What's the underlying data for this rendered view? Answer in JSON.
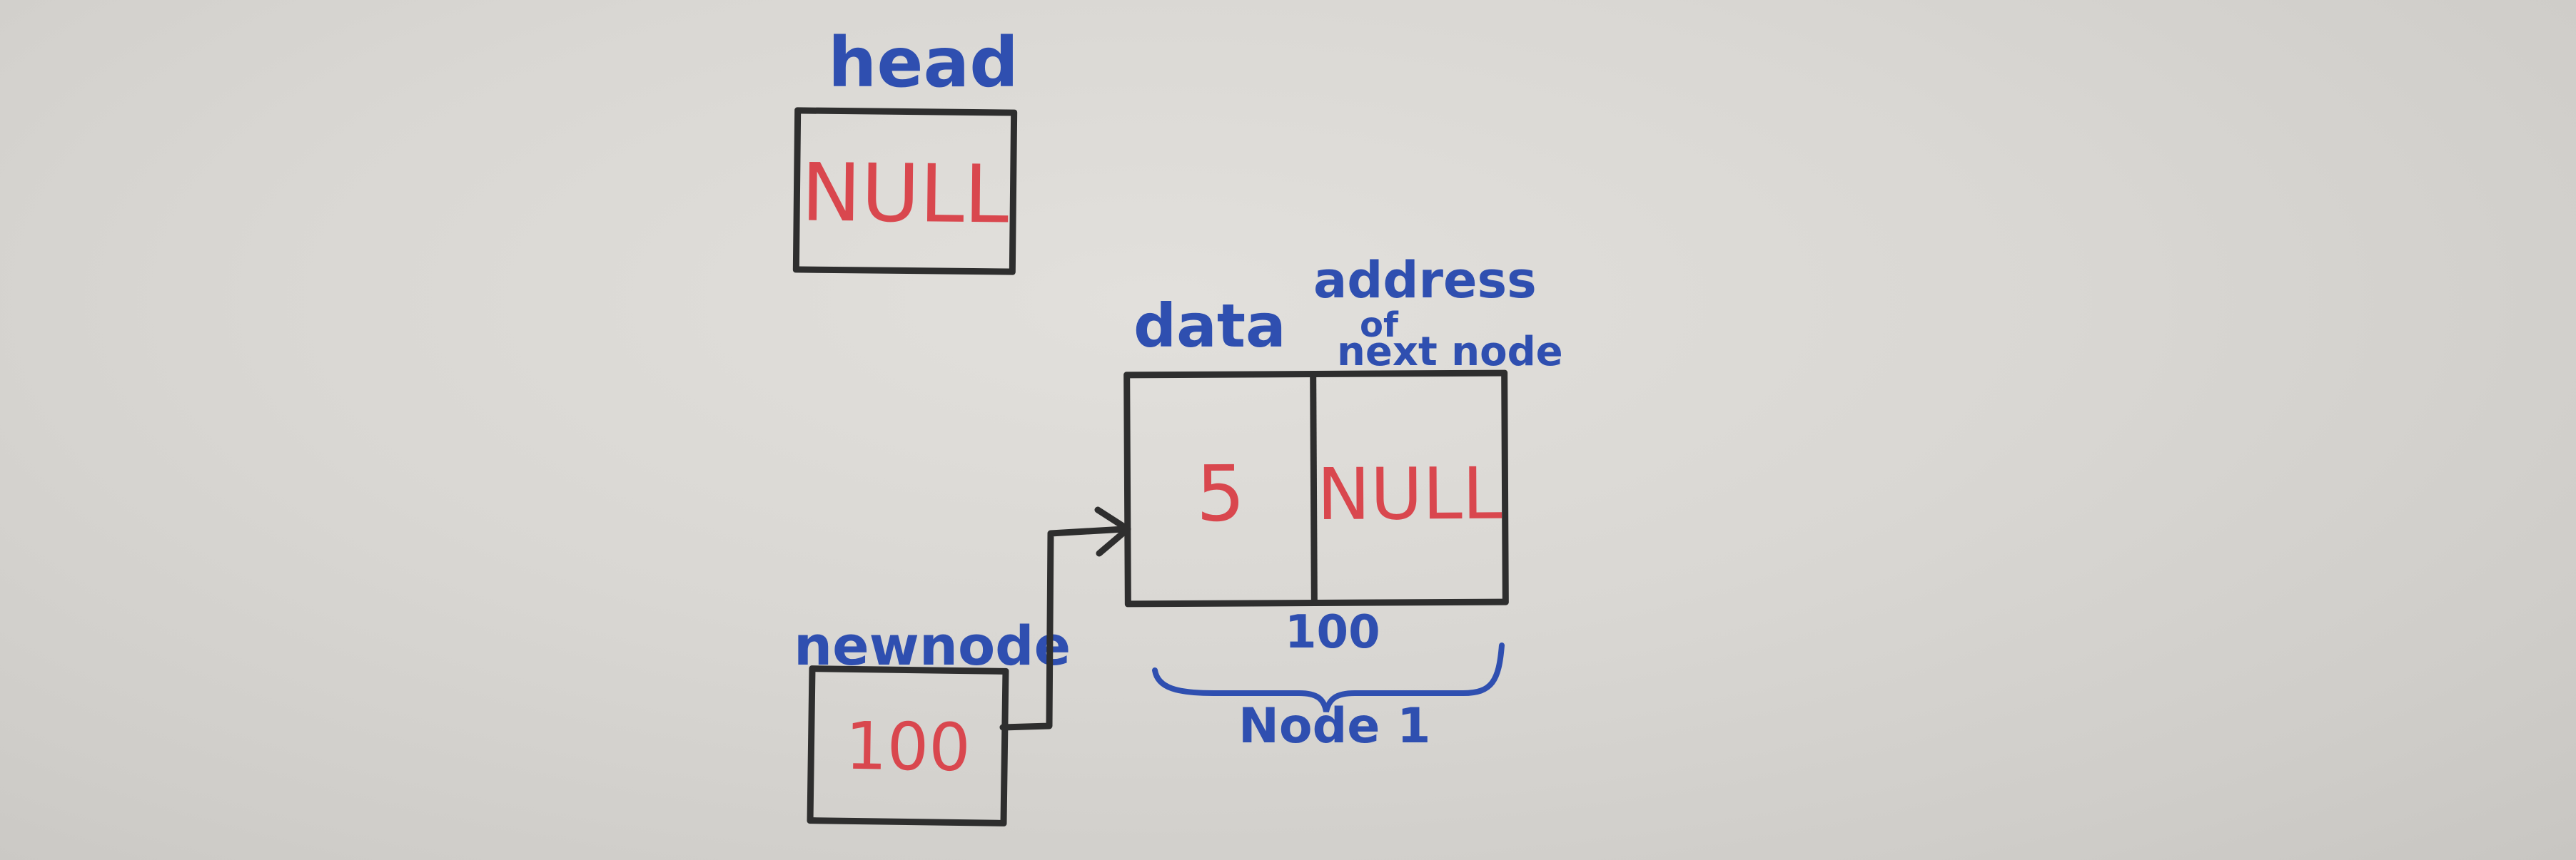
{
  "colors": {
    "board": "#d9d7d3",
    "label_blue": "#2f4fb0",
    "value_red": "#d9474e",
    "marker_black": "#2e2e2e"
  },
  "head": {
    "label": "head",
    "value": "NULL"
  },
  "node": {
    "data_label": "data",
    "next_label_line1": "address",
    "next_label_line2": "of",
    "next_label_line3": "next node",
    "data_value": "5",
    "next_value": "NULL",
    "address": "100",
    "caption": "Node 1"
  },
  "newnode": {
    "label": "newnode",
    "value": "100"
  }
}
